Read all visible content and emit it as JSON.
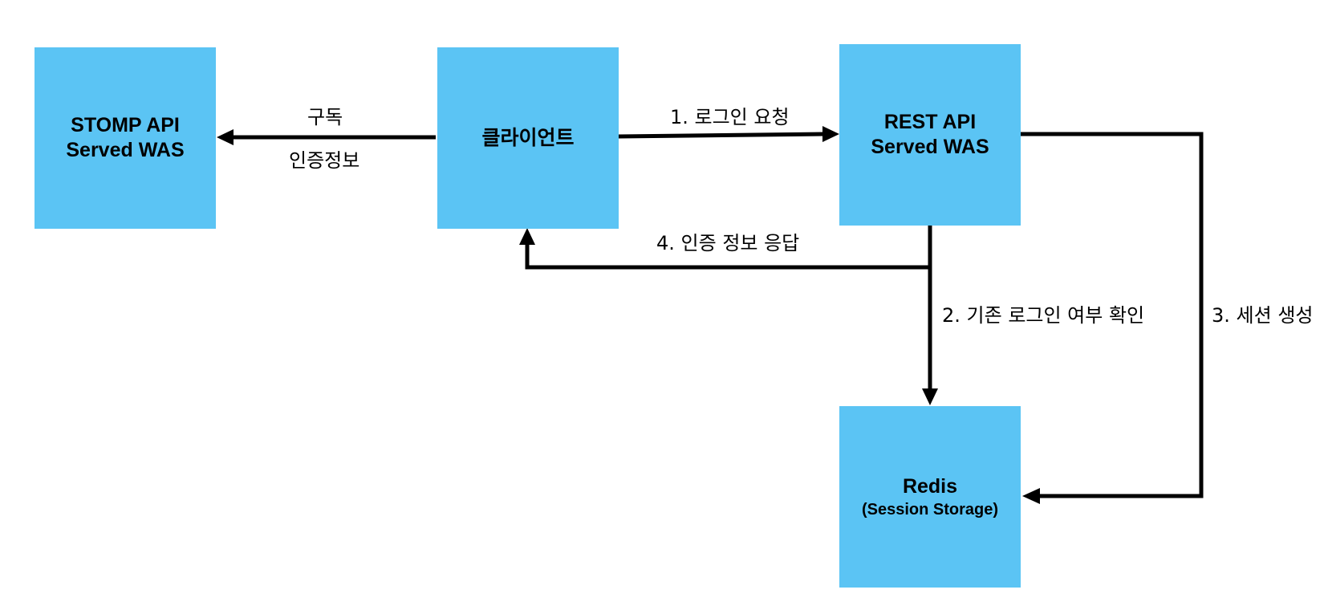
{
  "colors": {
    "box_fill": "#5bc4f4",
    "line": "#000000",
    "text": "#000000"
  },
  "nodes": {
    "stomp": {
      "line1": "STOMP API",
      "line2": "Served WAS"
    },
    "client": {
      "label": "클라이언트"
    },
    "rest": {
      "line1": "REST API",
      "line2": "Served WAS"
    },
    "redis": {
      "line1": "Redis",
      "line2": "(Session Storage)"
    }
  },
  "edges": {
    "subscribe": {
      "label_top": "구독",
      "label_bottom": "인증정보"
    },
    "login_request": "1. 로그인 요청",
    "check_login": "2. 기존 로그인 여부 확인",
    "create_session": "3. 세션 생성",
    "auth_response": "4. 인증 정보 응답"
  }
}
